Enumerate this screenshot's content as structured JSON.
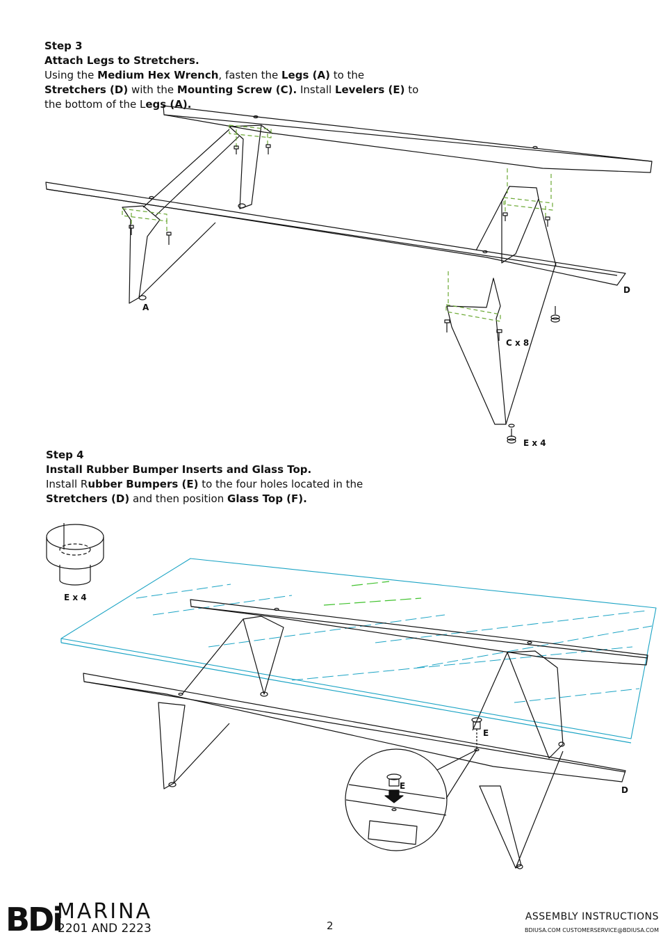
{
  "step3": {
    "heading": "Step 3",
    "subheading": "Attach Legs to Stretchers.",
    "body_parts": [
      {
        "t": "Using the ",
        "b": false
      },
      {
        "t": "Medium Hex Wrench",
        "b": true
      },
      {
        "t": ", fasten the ",
        "b": false
      },
      {
        "t": "Legs (A)",
        "b": true
      },
      {
        "t": " to the ",
        "b": false
      },
      {
        "t": "Stretchers (D)",
        "b": true
      },
      {
        "t": " with the ",
        "b": false
      },
      {
        "t": "Mounting Screw (C).",
        "b": true
      },
      {
        "t": "  Install ",
        "b": false
      },
      {
        "t": "Levelers (E)",
        "b": true
      },
      {
        "t": " to the bottom of the L",
        "b": false
      },
      {
        "t": "egs (A).",
        "b": true
      }
    ]
  },
  "step4": {
    "heading": "Step 4",
    "subheading": "Install Rubber Bumper Inserts and Glass Top.",
    "body_parts": [
      {
        "t": "Install R",
        "b": false
      },
      {
        "t": "ubber Bumpers (E)",
        "b": true
      },
      {
        "t": " to the four holes located in the ",
        "b": false
      },
      {
        "t": "Stretchers (D)",
        "b": true
      },
      {
        "t": " and then position ",
        "b": false
      },
      {
        "t": "Glass Top (F).",
        "b": true
      }
    ]
  },
  "callouts": {
    "a": "A",
    "d_top": "D",
    "c_count": "C x 8",
    "e_count_top": "E x 4",
    "e_count_bumper": "E x 4",
    "e_glass": "E",
    "e_detail": "E",
    "d_bottom": "D"
  },
  "footer": {
    "logo": "BDi",
    "product": "MARINA",
    "models": "2201 AND 2223",
    "page_number": "2",
    "doc_type": "ASSEMBLY INSTRUCTIONS",
    "contact": "BDIUSA.COM  CUSTOMERSERVICE@BDIUSA.COM"
  },
  "colors": {
    "line": "#111111",
    "hardware_guide": "#6aa832",
    "glass": "#1aa3c4"
  }
}
